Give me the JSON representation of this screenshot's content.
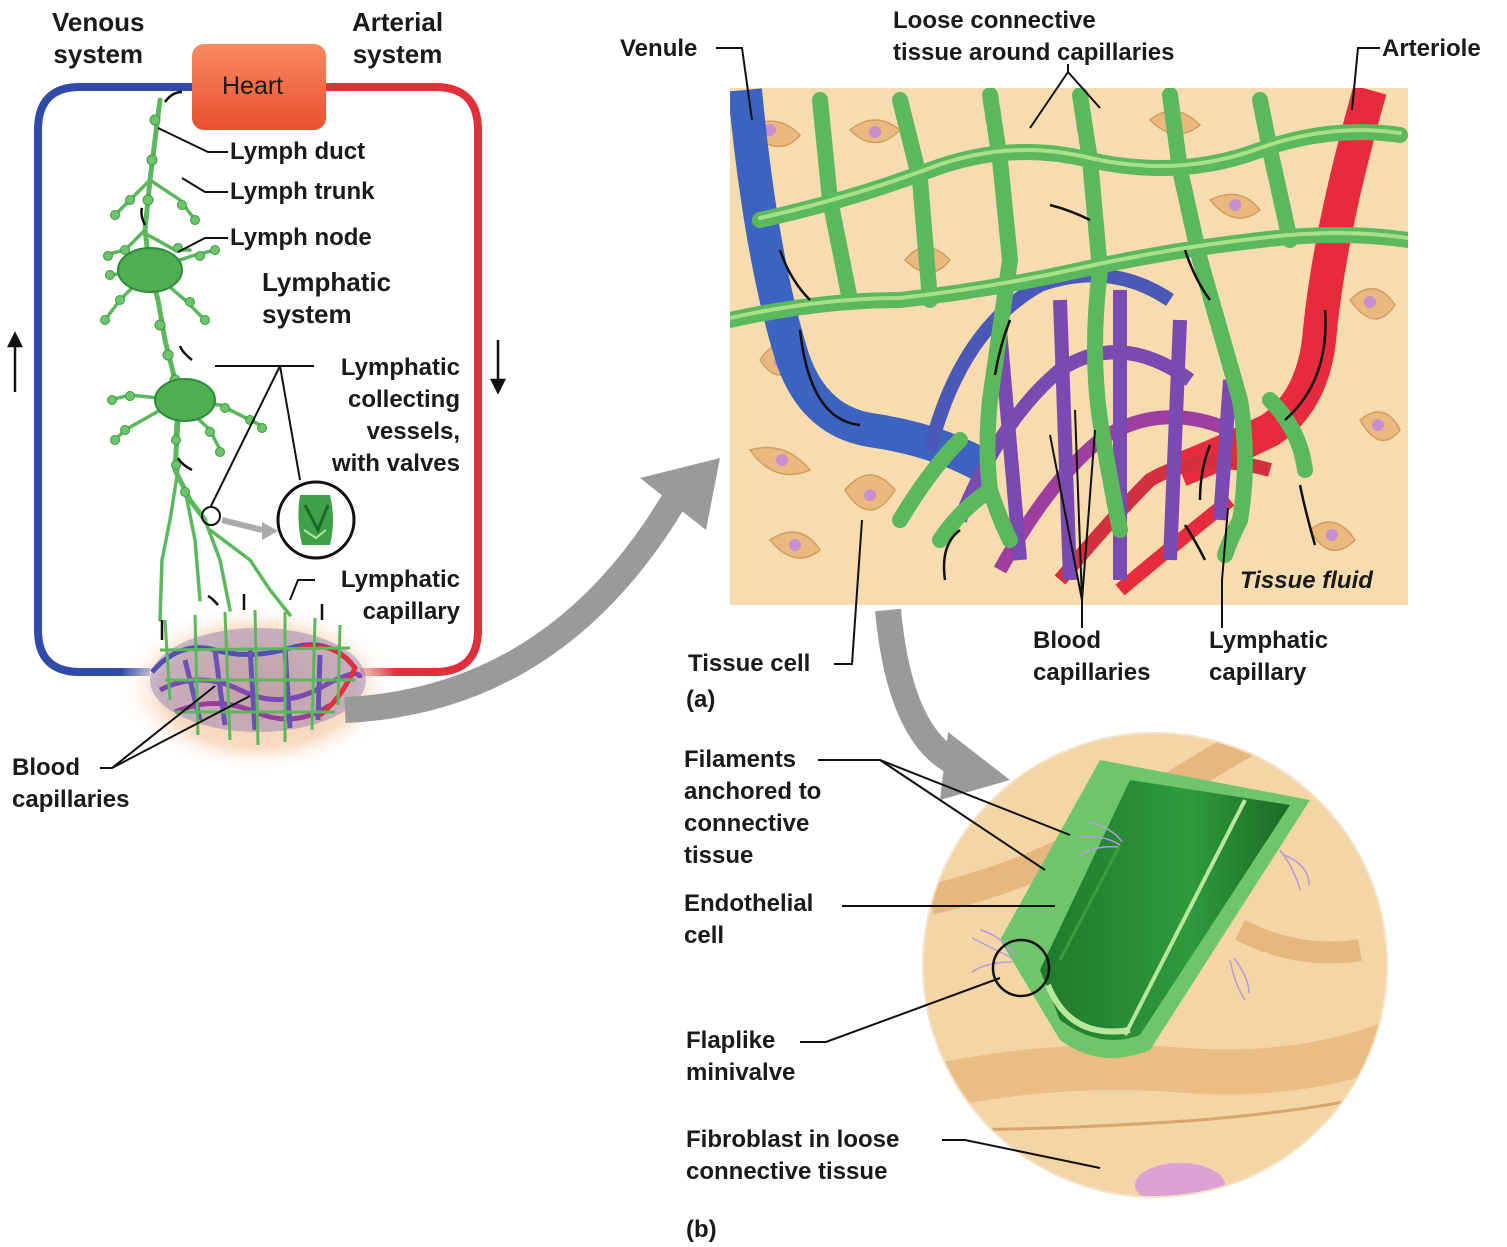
{
  "labels": {
    "venous_system": "Venous\nsystem",
    "arterial_system": "Arterial\nsystem",
    "heart": "Heart",
    "lymph_duct": "Lymph duct",
    "lymph_trunk": "Lymph trunk",
    "lymph_node": "Lymph node",
    "lymphatic_system": "Lymphatic\nsystem",
    "lymphatic_collecting_vessels": "Lymphatic\ncollecting\nvessels,\nwith valves",
    "lymphatic_capillary_left": "Lymphatic\ncapillary",
    "blood_capillaries_left": "Blood\ncapillaries",
    "venule": "Venule",
    "loose_connective_tissue": "Loose connective\ntissue around capillaries",
    "arteriole": "Arteriole",
    "tissue_fluid": "Tissue fluid",
    "tissue_cell": "Tissue cell",
    "blood_capillaries_right": "Blood\ncapillaries",
    "lymphatic_capillary_right": "Lymphatic\ncapillary",
    "panel_a": "(a)",
    "filaments_anchored": "Filaments\nanchored to\nconnective\ntissue",
    "endothelial_cell": "Endothelial\ncell",
    "flaplike_minivalve": "Flaplike\nminivalve",
    "fibroblast": "Fibroblast in loose\nconnective tissue",
    "panel_b": "(b)"
  },
  "colors": {
    "venous_blue": "#2f4aa8",
    "arterial_red": "#e0303c",
    "lymph_green": "#5cb85c",
    "lymph_dark_green": "#2e8b3a",
    "heart_orange": "#f26b45",
    "tissue_tan": "#f6dcae",
    "cell_tan": "#e9b980",
    "nucleus_purple": "#c98fd0",
    "arrow_gray": "#9a9a9a"
  }
}
